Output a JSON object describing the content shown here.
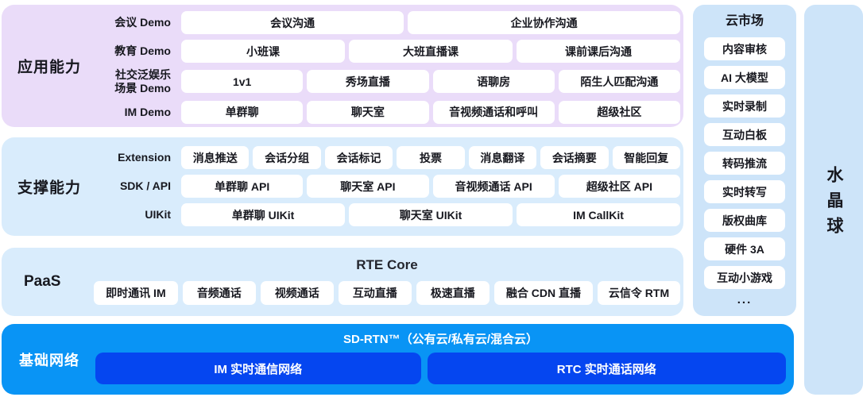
{
  "colors": {
    "app_band_bg": "#eadcf9",
    "support_band_bg": "#d9ecfc",
    "network_band_bg": "#0994f5",
    "network_button_bg": "#0546f0",
    "side_column_bg": "#cde4f9",
    "chip_bg": "#ffffff",
    "text_dark": "#17181f",
    "text_white": "#ffffff"
  },
  "app_band": {
    "label": "应用能力",
    "rows": [
      {
        "label": "会议 Demo",
        "items": [
          "会议沟通",
          "企业协作沟通"
        ]
      },
      {
        "label": "教育 Demo",
        "items": [
          "小班课",
          "大班直播课",
          "课前课后沟通"
        ]
      },
      {
        "label": "社交泛娱乐\n场景 Demo",
        "items": [
          "1v1",
          "秀场直播",
          "语聊房",
          "陌生人匹配沟通"
        ]
      },
      {
        "label": "IM Demo",
        "items": [
          "单群聊",
          "聊天室",
          "音视频通话和呼叫",
          "超级社区"
        ]
      }
    ]
  },
  "support_band": {
    "label": "支撑能力",
    "rows": [
      {
        "label": "Extension",
        "items": [
          "消息推送",
          "会话分组",
          "会话标记",
          "投票",
          "消息翻译",
          "会话摘要",
          "智能回复"
        ]
      },
      {
        "label": "SDK / API",
        "items": [
          "单群聊 API",
          "聊天室 API",
          "音视频通话 API",
          "超级社区 API"
        ]
      },
      {
        "label": "UIKit",
        "items": [
          "单群聊 UIKit",
          "聊天室 UIKit",
          "IM CallKit"
        ]
      }
    ]
  },
  "paas_band": {
    "label": "PaaS",
    "title": "RTE Core",
    "items": [
      "即时通讯 IM",
      "音频通话",
      "视频通话",
      "互动直播",
      "极速直播",
      "融合 CDN 直播",
      "云信令 RTM"
    ]
  },
  "network_band": {
    "label": "基础网络",
    "title": "SD-RTN™（公有云/私有云/混合云）",
    "items": [
      "IM 实时通信网络",
      "RTC 实时通话网络"
    ]
  },
  "cloud_market": {
    "title": "云市场",
    "items": [
      "内容审核",
      "AI 大模型",
      "实时录制",
      "互动白板",
      "转码推流",
      "实时转写",
      "版权曲库",
      "硬件 3A",
      "互动小游戏"
    ],
    "more_label": "..."
  },
  "crystal_ball": {
    "title": "水晶球"
  }
}
